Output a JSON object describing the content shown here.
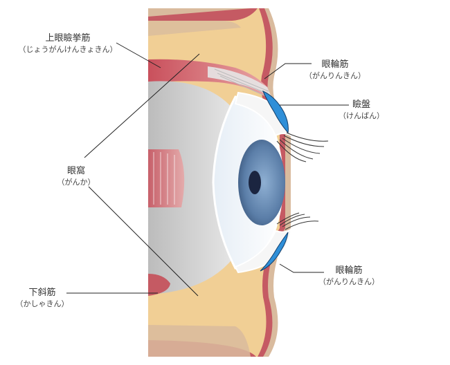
{
  "labels": {
    "levator": {
      "name": "上眼瞼挙筋",
      "reading": "（じょうがんけんきょきん）"
    },
    "orbit": {
      "name": "眼窩",
      "reading": "（がんか）"
    },
    "inferior_oblique": {
      "name": "下斜筋",
      "reading": "（かしゃきん）"
    },
    "orbicularis_upper": {
      "name": "眼輪筋",
      "reading": "（がんりんきん）"
    },
    "tarsus": {
      "name": "瞼盤",
      "reading": "（けんばん）"
    },
    "orbicularis_lower": {
      "name": "眼輪筋",
      "reading": "（がんりんきん）"
    }
  },
  "colors": {
    "skin": "#d9bb9e",
    "fat": "#f1cf95",
    "muscle": "#c55a63",
    "tarsus": "#2f8fd8",
    "eyeball": "#dcdcdc",
    "iris": "#5b7ea8",
    "pupil": "#1b2540",
    "leader_line": "#222222"
  }
}
